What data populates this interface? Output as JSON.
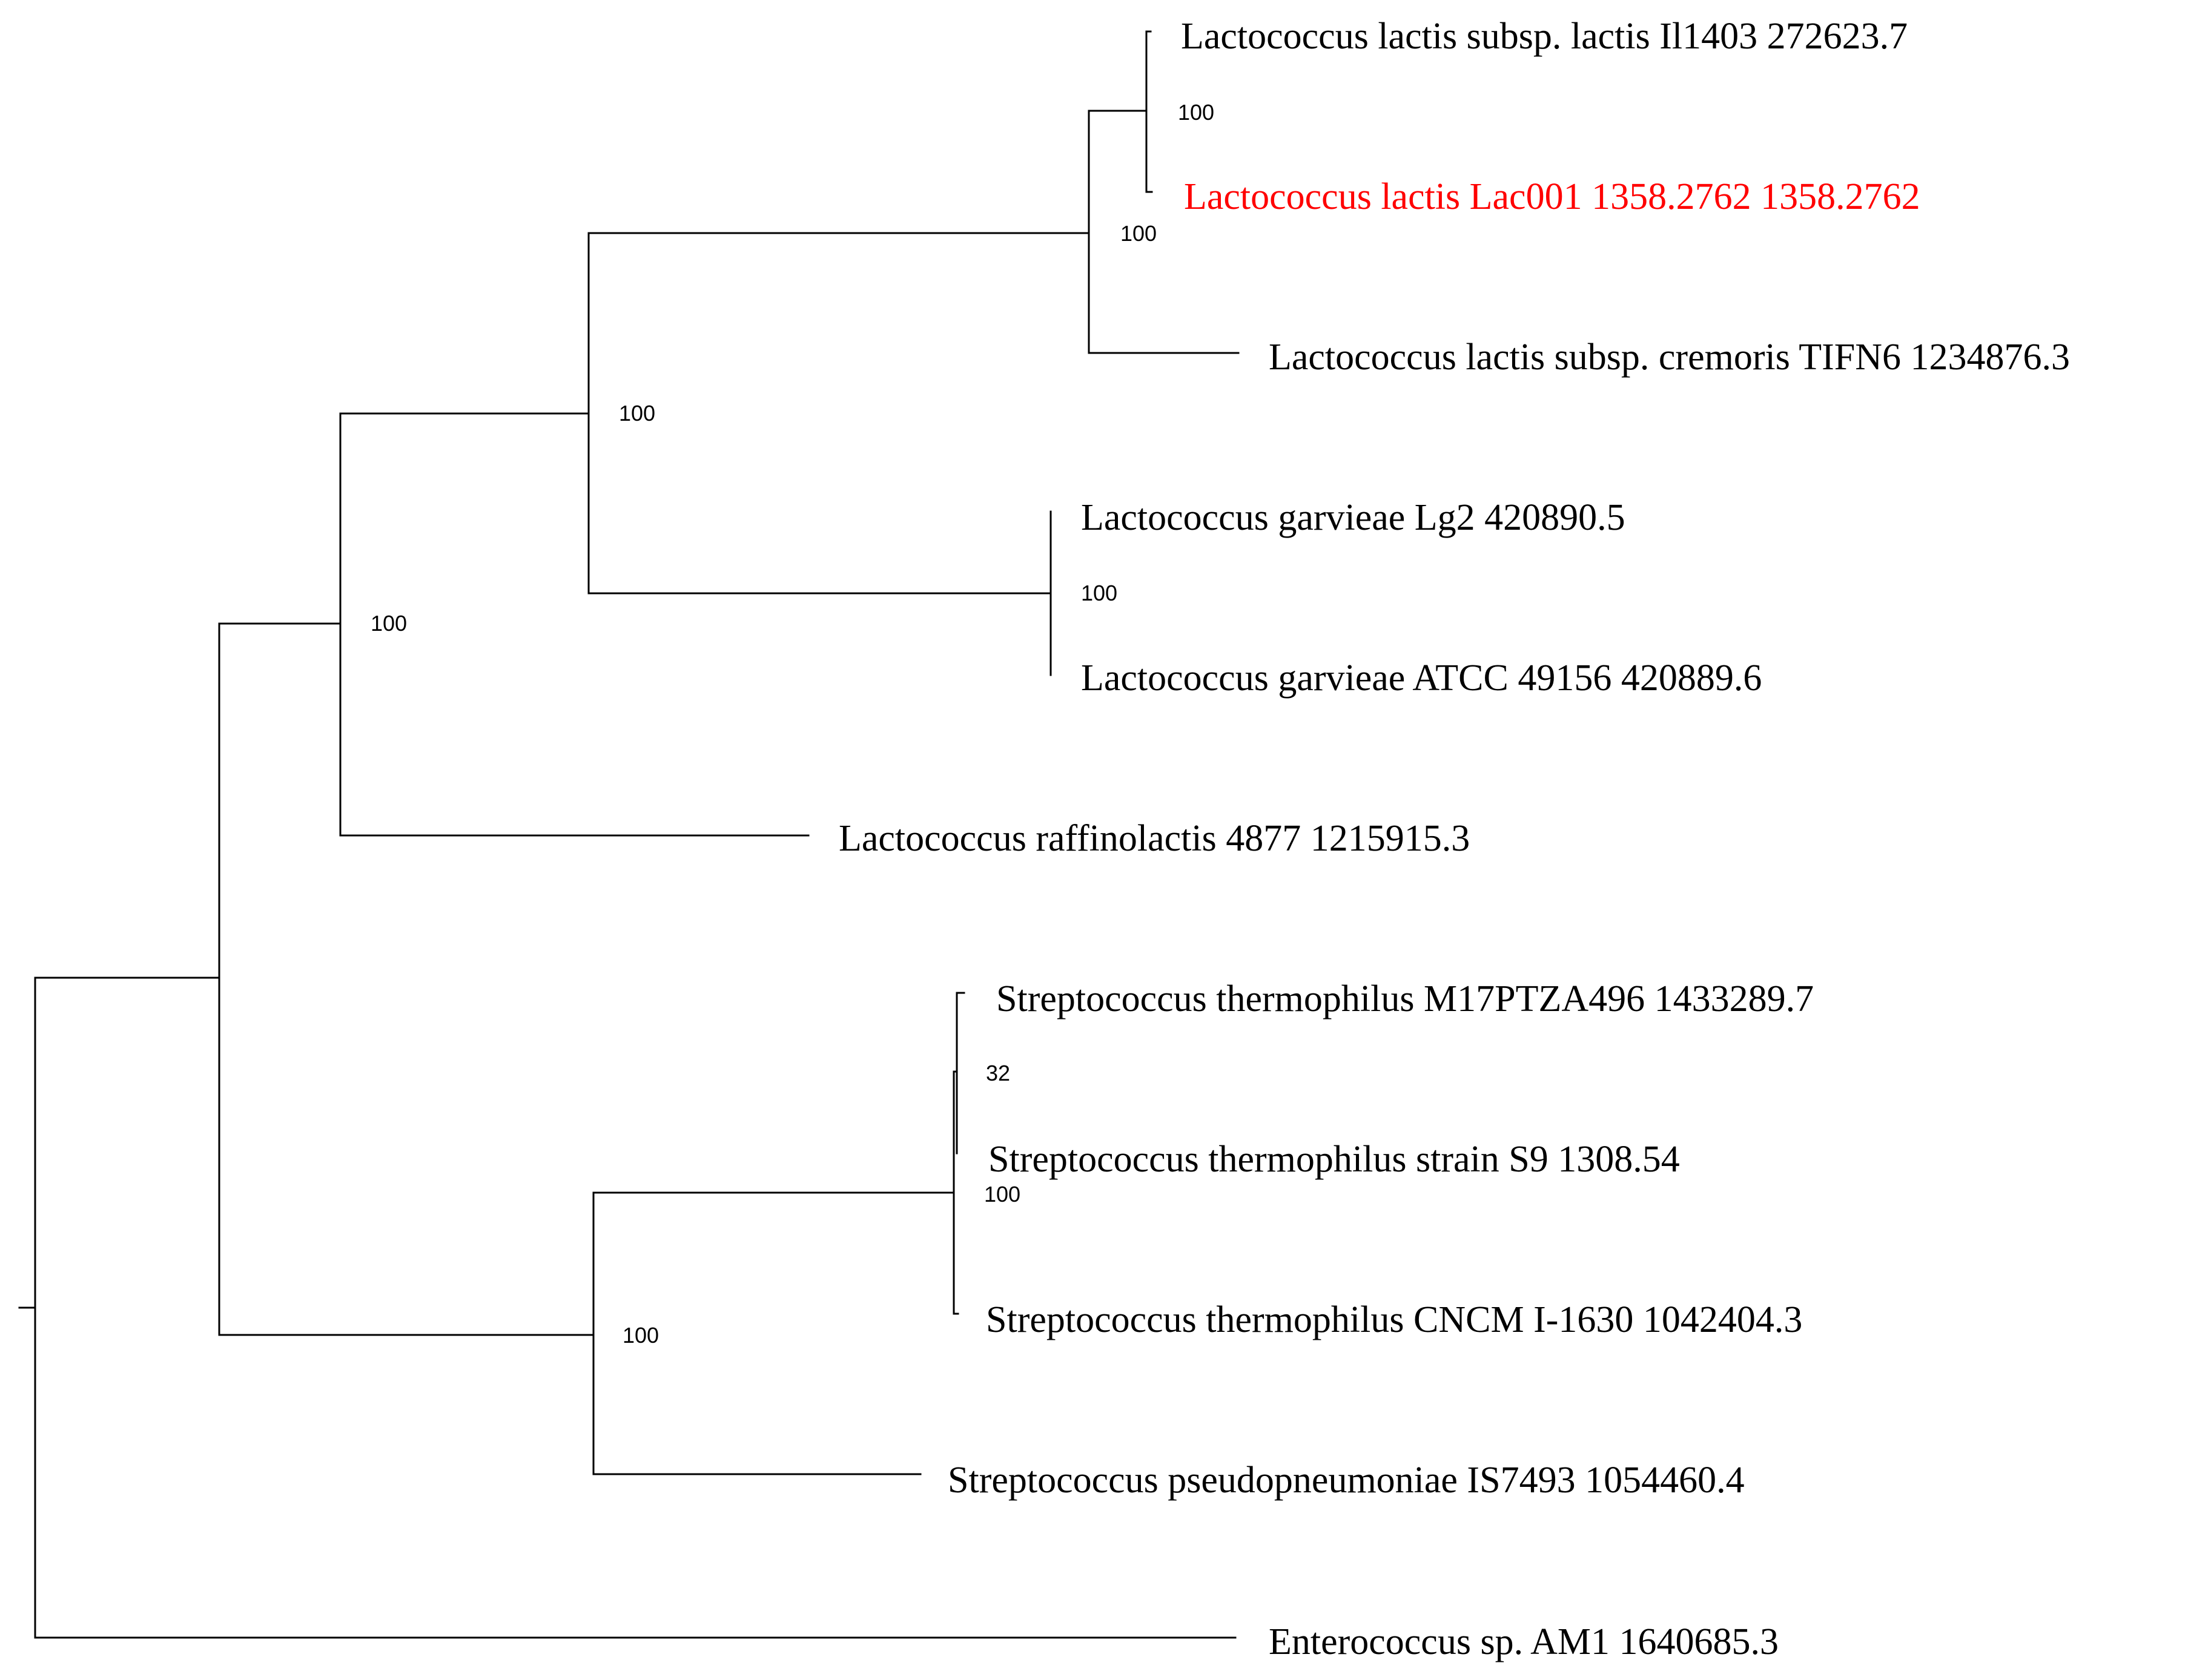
{
  "colors": {
    "branch": "#000000",
    "label_default": "#000000",
    "label_highlight": "#ff0000"
  },
  "leaves": [
    {
      "id": "ll_il1403",
      "label": "Lactococcus lactis subsp. lactis Il1403 272623.7",
      "highlight": false
    },
    {
      "id": "ll_lac001",
      "label": "Lactococcus lactis Lac001 1358.2762 1358.2762",
      "highlight": true
    },
    {
      "id": "ll_tifn6",
      "label": "Lactococcus lactis subsp. cremoris TIFN6 1234876.3",
      "highlight": false
    },
    {
      "id": "lg_lg2",
      "label": "Lactococcus garvieae Lg2 420890.5",
      "highlight": false
    },
    {
      "id": "lg_atcc",
      "label": "Lactococcus garvieae ATCC 49156 420889.6",
      "highlight": false
    },
    {
      "id": "lr_4877",
      "label": "Lactococcus raffinolactis 4877 1215915.3",
      "highlight": false
    },
    {
      "id": "st_m17",
      "label": "Streptococcus thermophilus M17PTZA496 1433289.7",
      "highlight": false
    },
    {
      "id": "st_s9",
      "label": "Streptococcus thermophilus strain S9 1308.54",
      "highlight": false
    },
    {
      "id": "st_cncm",
      "label": "Streptococcus thermophilus CNCM I-1630 1042404.3",
      "highlight": false
    },
    {
      "id": "sp_is7493",
      "label": "Streptococcus pseudopneumoniae IS7493 1054460.4",
      "highlight": false
    },
    {
      "id": "ent_am1",
      "label": "Enterococcus sp. AM1 1640685.3",
      "highlight": false
    }
  ],
  "support_values": [
    {
      "node": "ll_il1403_lac001",
      "value": "100"
    },
    {
      "node": "lactis_clade",
      "value": "100"
    },
    {
      "node": "lactis_garvieae",
      "value": "100"
    },
    {
      "node": "garvieae_clade",
      "value": "100"
    },
    {
      "node": "lactococcus_clade",
      "value": "100"
    },
    {
      "node": "st_m17_s9",
      "value": "32"
    },
    {
      "node": "thermophilus_clade",
      "value": "100"
    },
    {
      "node": "streptococcus_clade",
      "value": "100"
    }
  ]
}
